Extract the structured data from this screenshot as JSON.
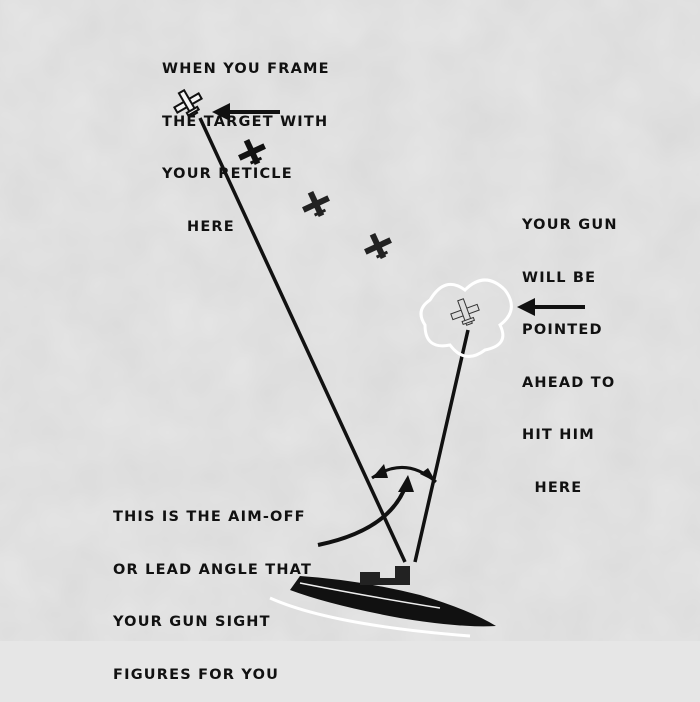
{
  "labels": {
    "reticle_note": [
      "WHEN YOU FRAME",
      "THE TARGET WITH",
      "YOUR RETICLE",
      "    HERE"
    ],
    "gun_note": [
      "YOUR GUN",
      "WILL BE",
      "POINTED",
      "AHEAD TO",
      "HIT HIM",
      "  HERE"
    ],
    "lead_angle_note": [
      "THIS IS THE AIM-OFF",
      "OR LEAD ANGLE THAT",
      "YOUR GUN SIGHT",
      "FIGURES FOR YOU"
    ]
  },
  "colors": {
    "ink": "#111111",
    "paper": "#e6e6e6"
  }
}
